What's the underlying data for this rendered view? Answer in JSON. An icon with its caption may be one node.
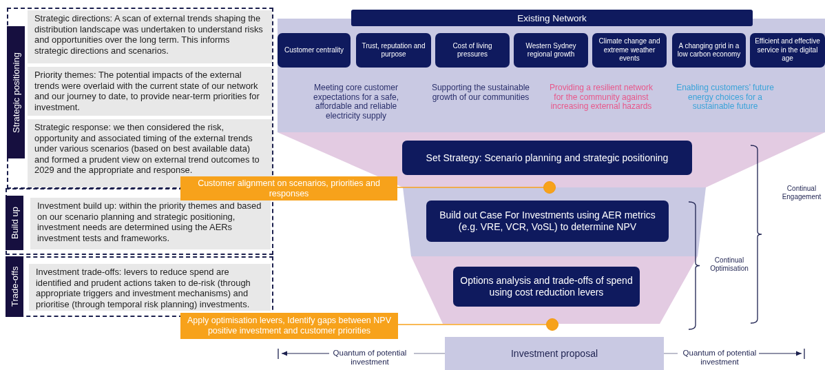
{
  "diagram": {
    "nodes": [
      {
        "text": [
          "Strategic positioning"
        ]
      },
      {
        "text": [
          "Strategic directions: A scan of external trends shaping the distribution landscape was undertaken to understand risks and opportunities over the long term. This informs strategic directions and scenarios."
        ],
        "in": 0
      },
      {
        "text": [
          "Priority themes: The potential impacts of the external trends were overlaid with the current state of our network and our journey to date, to provide near-term priorities for investment."
        ],
        "in": 0
      },
      {
        "text": [
          "Strategic response: we then considered the risk, opportunity and associated timing of the external trends under various scenarios (based on best available data) and formed a prudent view on external trend outcomes to 2029 and the appropriate and response."
        ],
        "in": 0
      },
      {
        "text": [
          "Build up"
        ]
      },
      {
        "text": [
          "Investment build up: within the priority themes and based on our scenario planning and strategic positioning, investment needs are determined using the AERs investment tests and frameworks."
        ],
        "in": 4
      },
      {
        "text": [
          "Trade-offs"
        ]
      },
      {
        "text": [
          "Investment trade-offs: levers to reduce spend are identified and prudent actions taken to de-risk (through appropriate triggers and investment mechanisms) and prioritise (through temporal risk planning) investments."
        ],
        "in": 6
      },
      {
        "text": [
          "Meeting core customer expectations for a safe, affordable and reliable electricity supply",
          "Supporting the sustainable growth of our communities",
          "Providing a resilient network for the community against increasing external hazards",
          "Enabling customers’ future energy choices for a sustainable future"
        ]
      },
      {
        "text": [
          "Existing Network"
        ],
        "in": 8
      },
      {
        "text": [
          "Customer centrality"
        ],
        "in": 8
      },
      {
        "text": [
          "Trust, reputation and purpose"
        ],
        "in": 8
      },
      {
        "text": [
          "Cost of living pressures"
        ],
        "in": 8
      },
      {
        "text": [
          "Western Sydney regional growth"
        ],
        "in": 8
      },
      {
        "text": [
          "Climate change and extreme weather events"
        ],
        "in": 8
      },
      {
        "text": [
          "A changing grid in a low carbon economy"
        ],
        "in": 8
      },
      {
        "text": [
          "Efficient and effective service in the digital age"
        ],
        "in": 8
      },
      {
        "text": [
          "Set Strategy: Scenario planning and strategic positioning"
        ]
      },
      {
        "text": [
          "Build out Case For Investments using AER metrics (e.g. VRE, VCR, VoSL) to determine NPV"
        ]
      },
      {
        "text": [
          "Options analysis and trade-offs of spend using cost reduction levers"
        ]
      },
      {
        "text": [
          "Investment proposal"
        ]
      },
      {
        "text": [
          "Customer alignment on scenarios, priorities and responses"
        ]
      },
      {
        "text": [],
        "shape": "circle"
      },
      {
        "text": [
          "Apply optimisation levers, Identify gaps between NPV positive investment and customer priorities"
        ]
      },
      {
        "text": [],
        "shape": "circle"
      }
    ],
    "edges": [
      {
        "from": 21,
        "to": 22,
        "arrow": "none",
        "color": "#f7a21b"
      },
      {
        "from": 23,
        "to": 24,
        "arrow": "none",
        "color": "#f7a21b"
      }
    ],
    "labels": [
      "Continual Engagement",
      "Continual Optimisation",
      "Quantum of potential investment",
      "Quantum of potential investment"
    ]
  }
}
